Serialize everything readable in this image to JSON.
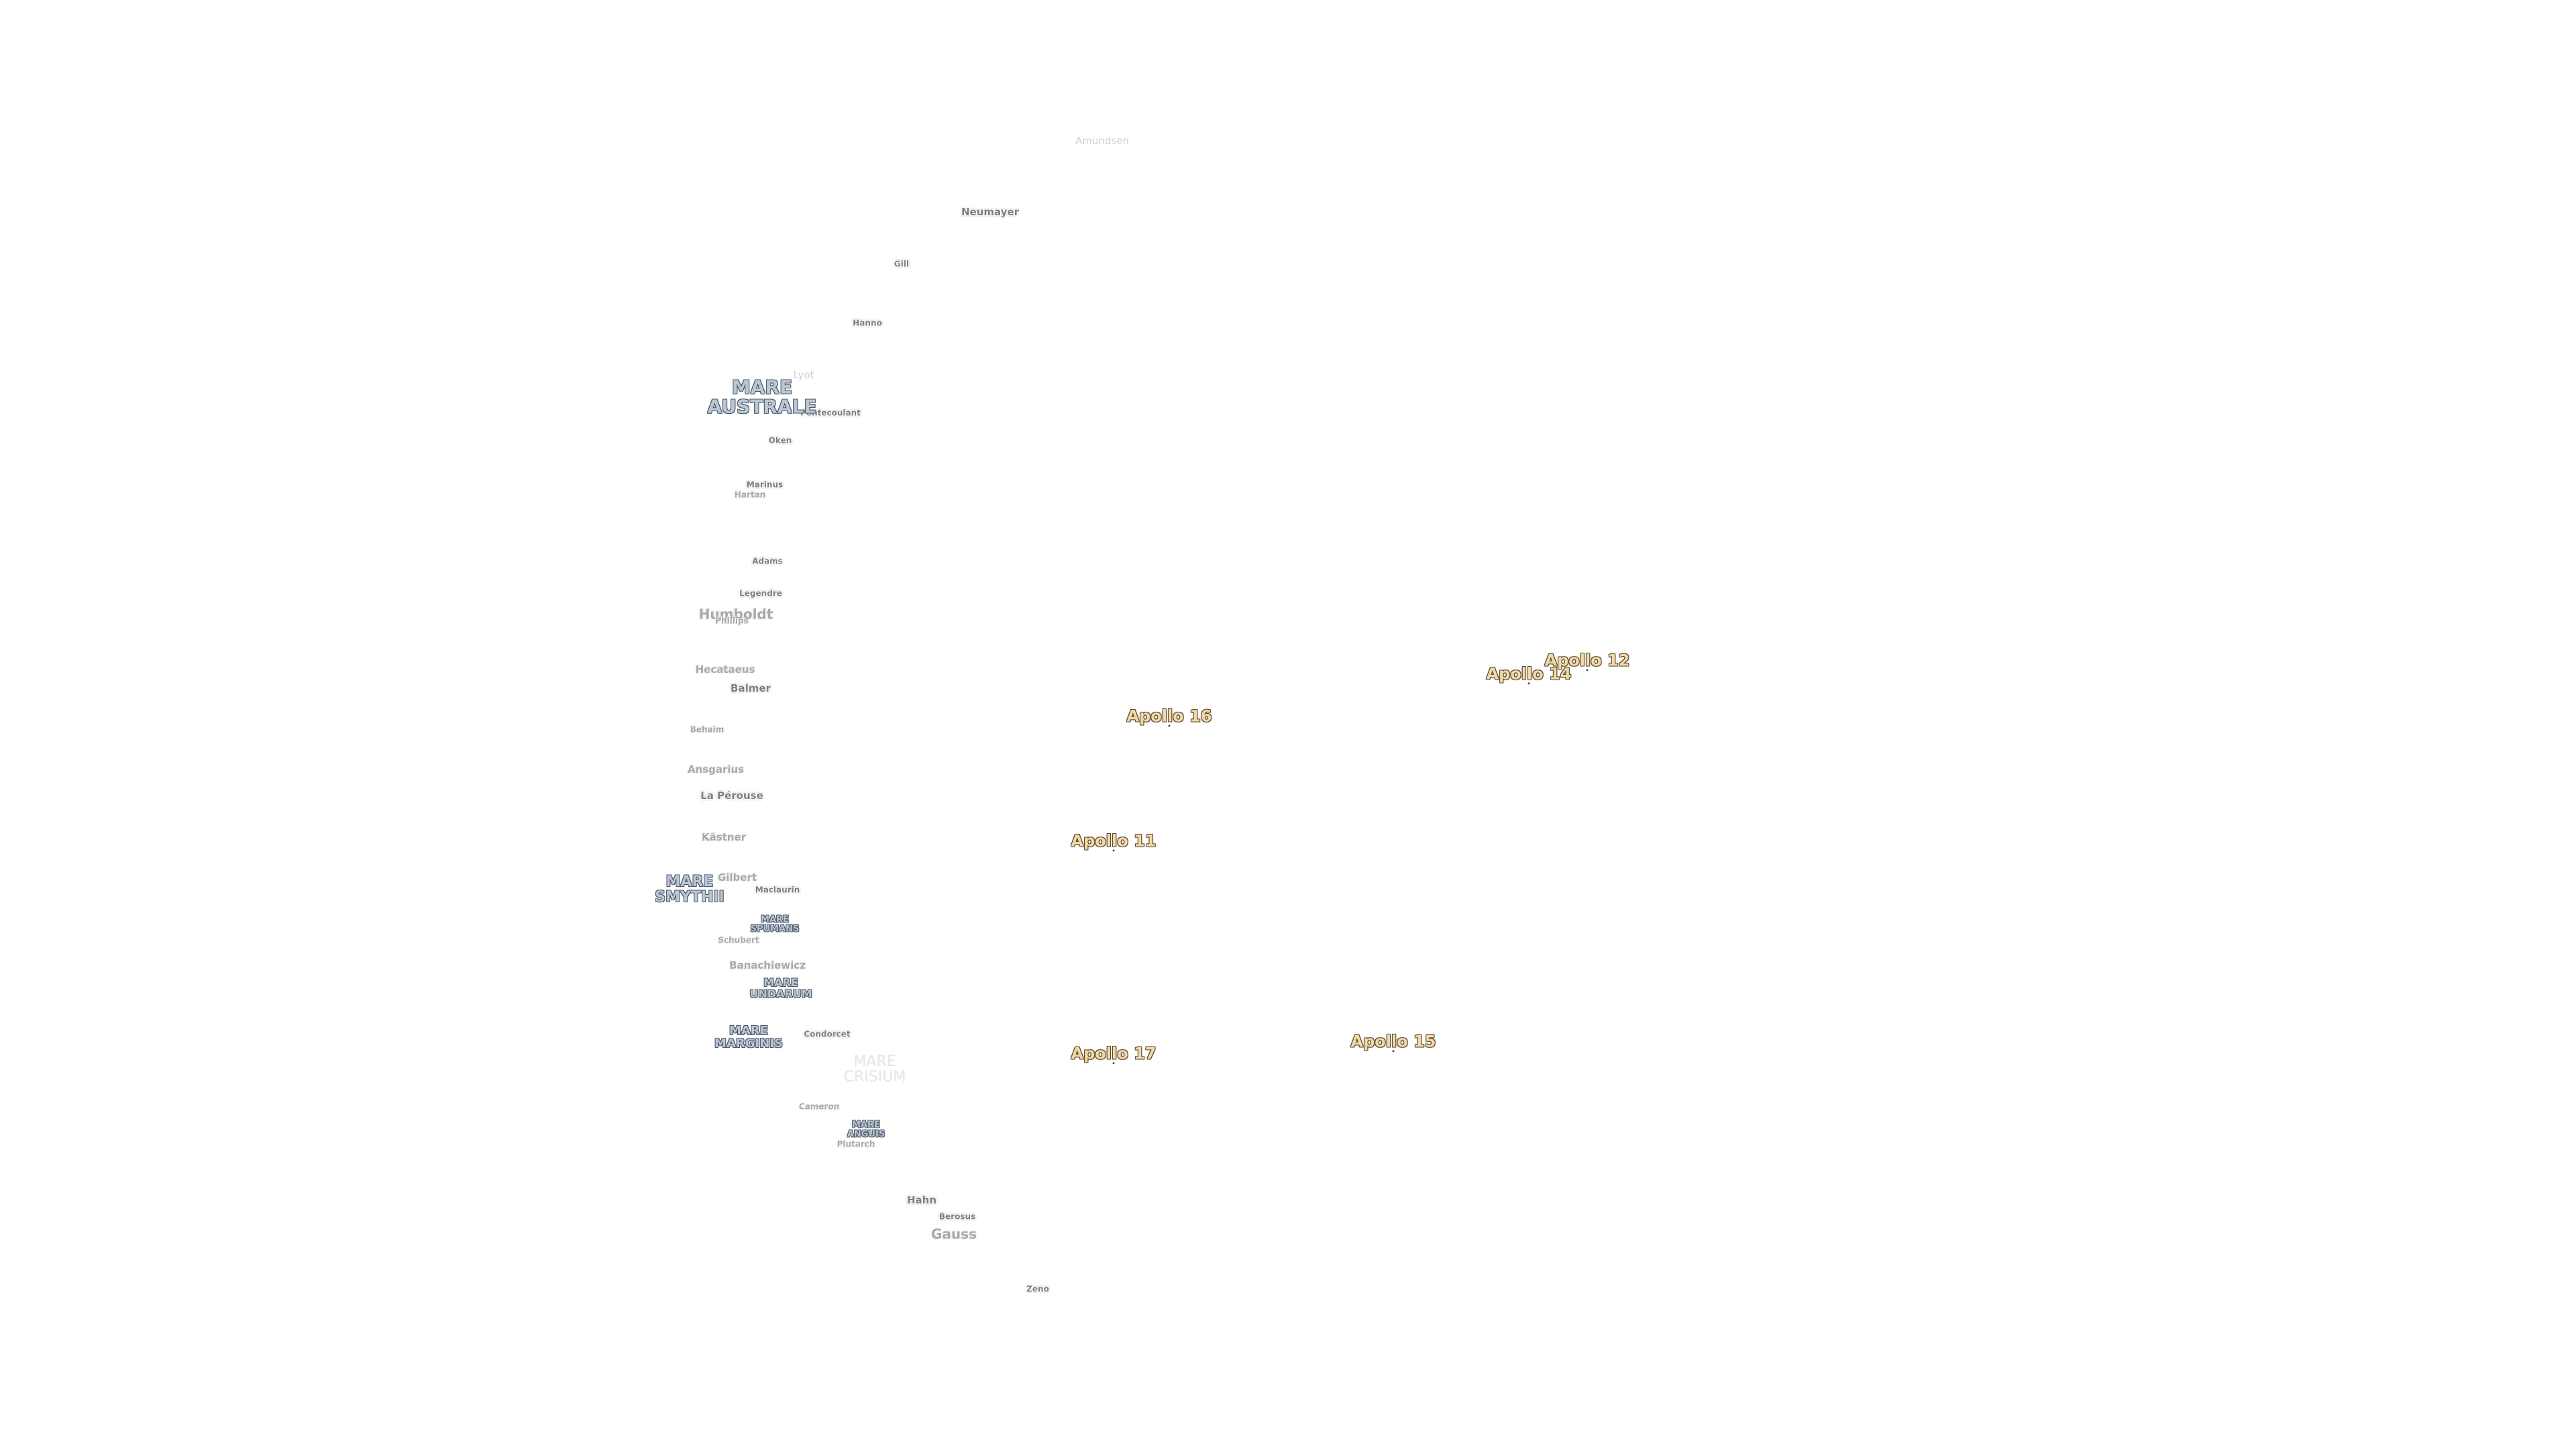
{
  "craters": [
    {
      "id": "amundsen",
      "text": "Amundsen",
      "style": "faint"
    },
    {
      "id": "neumayer",
      "text": "Neumayer",
      "style": "normal"
    },
    {
      "id": "gill",
      "text": "Gill",
      "style": "normal"
    },
    {
      "id": "hanno",
      "text": "Hanno",
      "style": "normal"
    },
    {
      "id": "lyot",
      "text": "Lyot",
      "style": "faint"
    },
    {
      "id": "pontecoulant",
      "text": "Pontecoulant",
      "style": "normal"
    },
    {
      "id": "oken",
      "text": "Oken",
      "style": "normal"
    },
    {
      "id": "marinus",
      "text": "Marinus",
      "style": "normal"
    },
    {
      "id": "hartan",
      "text": "Hartan",
      "style": "mid"
    },
    {
      "id": "adams",
      "text": "Adams",
      "style": "normal"
    },
    {
      "id": "legendre",
      "text": "Legendre",
      "style": "normal"
    },
    {
      "id": "humboldt",
      "text": "Humboldt",
      "style": "large-mid"
    },
    {
      "id": "phillips",
      "text": "Phillips",
      "style": "mid"
    },
    {
      "id": "hecataeus",
      "text": "Hecataeus",
      "style": "mid"
    },
    {
      "id": "balmer",
      "text": "Balmer",
      "style": "normal"
    },
    {
      "id": "behaim",
      "text": "Behaim",
      "style": "mid"
    },
    {
      "id": "ansgarius",
      "text": "Ansgarius",
      "style": "mid"
    },
    {
      "id": "la-perouse",
      "text": "La Pérouse",
      "style": "normal"
    },
    {
      "id": "kastner",
      "text": "Kästner",
      "style": "mid"
    },
    {
      "id": "gilbert",
      "text": "Gilbert",
      "style": "mid"
    },
    {
      "id": "maclaurin",
      "text": "Maclaurin",
      "style": "normal"
    },
    {
      "id": "schubert",
      "text": "Schubert",
      "style": "mid"
    },
    {
      "id": "banachiewicz",
      "text": "Banachiewicz",
      "style": "mid"
    },
    {
      "id": "condorcet",
      "text": "Condorcet",
      "style": "normal"
    },
    {
      "id": "cameron",
      "text": "Cameron",
      "style": "mid"
    },
    {
      "id": "plutarch",
      "text": "Plutarch",
      "style": "mid"
    },
    {
      "id": "hahn",
      "text": "Hahn",
      "style": "normal"
    },
    {
      "id": "berosus",
      "text": "Berosus",
      "style": "normal"
    },
    {
      "id": "gauss",
      "text": "Gauss",
      "style": "large-mid"
    },
    {
      "id": "zeno",
      "text": "Zeno",
      "style": "normal"
    }
  ],
  "maria": [
    {
      "id": "mare-australe",
      "text": "MARE\nAUSTRALE",
      "style": "big"
    },
    {
      "id": "mare-smythii",
      "text": "MARE\nSMYTHII",
      "style": "normal"
    },
    {
      "id": "mare-spumans",
      "text": "MARE\nSPUMANS",
      "style": "small"
    },
    {
      "id": "mare-undarum",
      "text": "MARE\nUNDARUM",
      "style": "small-plus"
    },
    {
      "id": "mare-marginis",
      "text": "MARE\nMARGINIS",
      "style": "normal-small"
    },
    {
      "id": "mare-crisium",
      "text": "MARE\nCRISIUM",
      "style": "faint"
    },
    {
      "id": "mare-anguis",
      "text": "MARE\nANGUIS",
      "style": "small"
    }
  ],
  "apollo_sites": [
    {
      "id": "apollo-12",
      "text": "Apollo 12"
    },
    {
      "id": "apollo-14",
      "text": "Apollo 14"
    },
    {
      "id": "apollo-16",
      "text": "Apollo 16"
    },
    {
      "id": "apollo-11",
      "text": "Apollo 11"
    },
    {
      "id": "apollo-17",
      "text": "Apollo 17"
    },
    {
      "id": "apollo-15",
      "text": "Apollo 15"
    }
  ]
}
